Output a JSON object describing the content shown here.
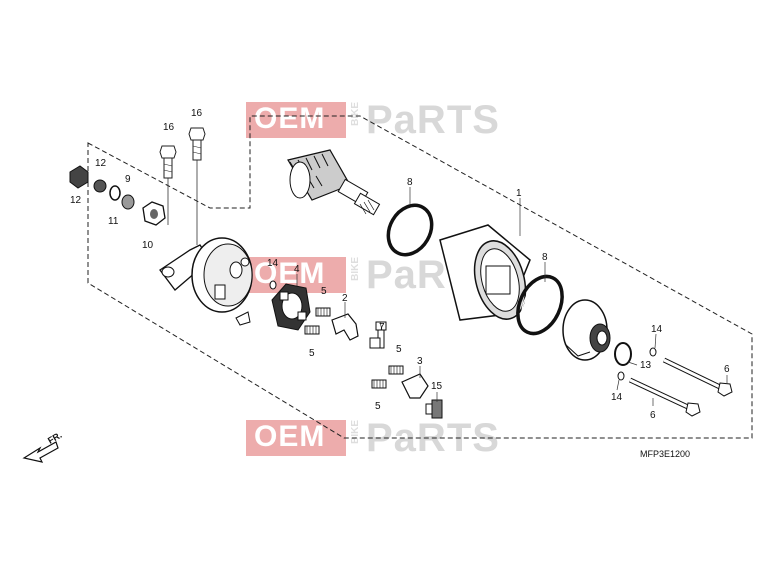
{
  "watermark": {
    "oem": "OEM",
    "bike": "BIKE",
    "parts": "PaRTS",
    "box_color": "#d94a4a",
    "parts_color": "#a9a9a9"
  },
  "diagram_code": "MFP3E1200",
  "front_indicator": "FR.",
  "callouts": {
    "c1": "1",
    "c2": "2",
    "c3": "3",
    "c4": "4",
    "c5a": "5",
    "c5b": "5",
    "c5c": "5",
    "c5d": "5",
    "c6a": "6",
    "c6b": "6",
    "c7": "7",
    "c8a": "8",
    "c8b": "8",
    "c9": "9",
    "c10": "10",
    "c11": "11",
    "c12a": "12",
    "c12b": "12",
    "c13": "13",
    "c14a": "14",
    "c14b": "14",
    "c14c": "14",
    "c15": "15",
    "c16a": "16",
    "c16b": "16"
  }
}
